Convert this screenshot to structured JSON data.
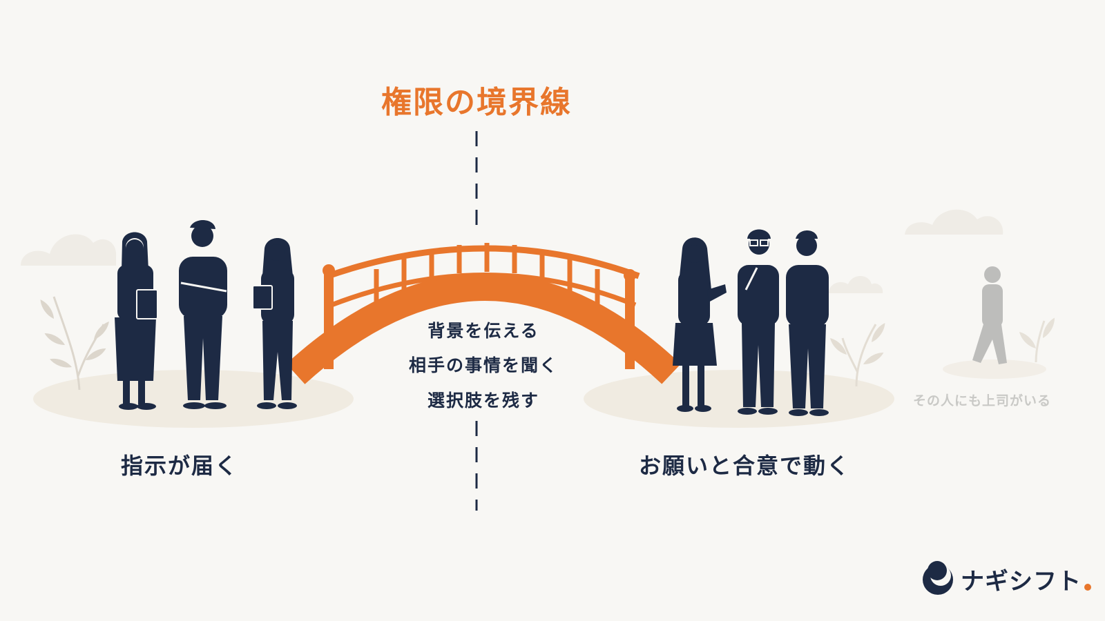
{
  "title": "権限の境界線",
  "bridge_lines": [
    "背景を伝える",
    "相手の事情を聞く",
    "選択肢を残す"
  ],
  "left_label": "指示が届く",
  "right_label": "お願いと合意で動く",
  "far_caption": "その人にも上司がいる",
  "logo_text": "ナギシフト",
  "colors": {
    "accent": "#e8762c",
    "navy": "#1d2a44",
    "background": "#f8f7f4",
    "ground": "#f0ebe1",
    "faded": "#c9c9c6"
  },
  "icons": [
    "cloud-icon",
    "plant-icon",
    "person-icon",
    "bridge-icon",
    "logo-moon-icon"
  ]
}
